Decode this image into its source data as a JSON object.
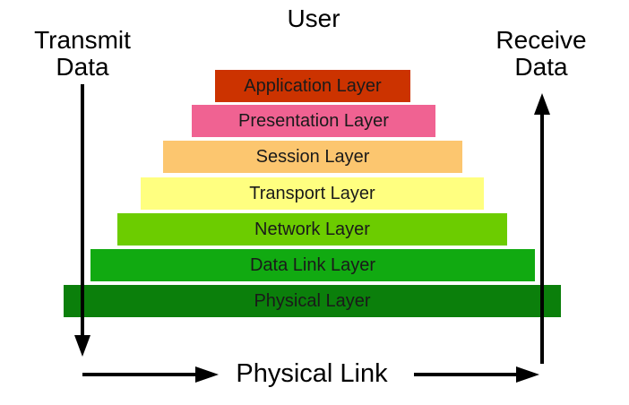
{
  "title": "User",
  "left_label": [
    "Transmit",
    "Data"
  ],
  "right_label": [
    "Receive",
    "Data"
  ],
  "bottom_label": "Physical Link",
  "colors": {
    "arrow": "#000000",
    "text": "#1a1a1a"
  },
  "layers": [
    {
      "label": "Application Layer",
      "color": "#cc3300"
    },
    {
      "label": "Presentation Layer",
      "color": "#f06292"
    },
    {
      "label": "Session Layer",
      "color": "#fcc66f"
    },
    {
      "label": "Transport Layer",
      "color": "#ffff80"
    },
    {
      "label": "Network Layer",
      "color": "#6ccc00"
    },
    {
      "label": "Data Link Layer",
      "color": "#11aa11"
    },
    {
      "label": "Physical Layer",
      "color": "#0b7f0b"
    }
  ]
}
